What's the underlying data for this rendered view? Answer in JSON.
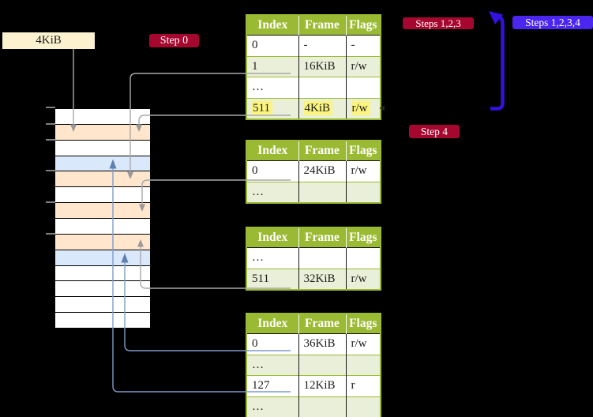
{
  "colors": {
    "bg": "#000000",
    "strip-orange": "#ffe6cc",
    "strip-blue": "#dae8fc",
    "strip-white": "#ffffff",
    "label-cream": "#fcf2cf",
    "table-green": "#9bba33",
    "table-row-green": "#e9efd8",
    "highlight-yellow": "#fbf57f",
    "badge-red": "#a5072f",
    "badge-blue": "#4a26ee",
    "arrow-blue": "#3312e0",
    "line-gray": "#a9a9a9",
    "head-gray": "#999999",
    "line-blue": "#7e9cc9",
    "head-blue": "#5f81ae",
    "tick-gray": "#7f7f7f",
    "text-dark": "#1c1c1c"
  },
  "labels": {
    "frame_size": "4KiB",
    "step0": "Step 0",
    "steps123": "Steps 1,2,3",
    "steps1234": "Steps 1,2,3,4",
    "step4": "Step 4"
  },
  "table_columns": [
    "Index",
    "Frame",
    "Flags"
  ],
  "tables": {
    "l4": {
      "rows": [
        [
          "0",
          "-",
          "-"
        ],
        [
          "1",
          "16KiB",
          "r/w"
        ],
        [
          "…",
          "",
          ""
        ],
        [
          "511",
          "4KiB",
          "r/w"
        ]
      ],
      "highlighted_row_index": 3
    },
    "l3": {
      "rows": [
        [
          "0",
          "24KiB",
          "r/w"
        ],
        [
          "…",
          "",
          ""
        ]
      ]
    },
    "l2": {
      "rows": [
        [
          "…",
          "",
          ""
        ],
        [
          "511",
          "32KiB",
          "r/w"
        ]
      ]
    },
    "l1": {
      "rows": [
        [
          "0",
          "36KiB",
          "r/w"
        ],
        [
          "…",
          "",
          ""
        ],
        [
          "127",
          "12KiB",
          "r"
        ],
        [
          "…",
          "",
          ""
        ]
      ]
    }
  },
  "memory_strip": {
    "row_colors": [
      "row-white",
      "row-orange",
      "row-white",
      "row-blue",
      "row-orange",
      "row-white",
      "row-orange",
      "row-white",
      "row-orange",
      "row-blue",
      "row-white",
      "row-white",
      "row-white",
      "row-white"
    ]
  }
}
